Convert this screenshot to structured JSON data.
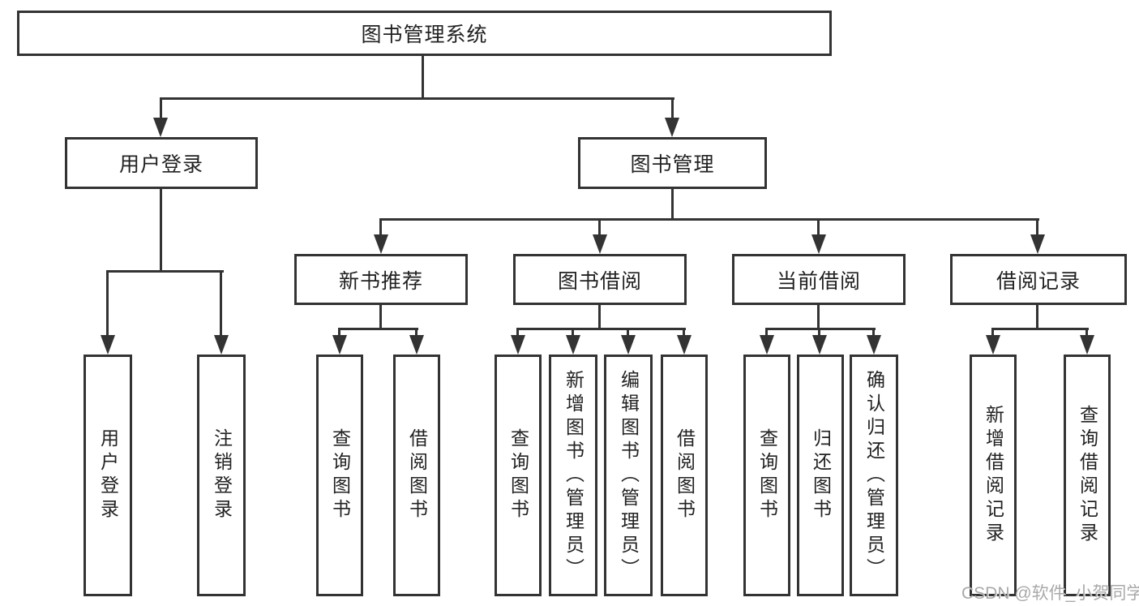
{
  "title": "图书管理系统",
  "tree": {
    "label": "图书管理系统",
    "children": [
      {
        "label": "用户登录",
        "children": [
          {
            "label": "用户登录"
          },
          {
            "label": "注销登录"
          }
        ]
      },
      {
        "label": "图书管理",
        "children": [
          {
            "label": "新书推荐",
            "children": [
              {
                "label": "查询图书"
              },
              {
                "label": "借阅图书"
              }
            ]
          },
          {
            "label": "图书借阅",
            "children": [
              {
                "label": "查询图书"
              },
              {
                "label": "新增图书（管理员）"
              },
              {
                "label": "编辑图书（管理员）"
              },
              {
                "label": "借阅图书"
              }
            ]
          },
          {
            "label": "当前借阅",
            "children": [
              {
                "label": "查询图书"
              },
              {
                "label": "归还图书"
              },
              {
                "label": "确认归还（管理员）"
              }
            ]
          },
          {
            "label": "借阅记录",
            "children": [
              {
                "label": "新增借阅记录"
              },
              {
                "label": "查询借阅记录"
              }
            ]
          }
        ]
      }
    ]
  },
  "watermark": "CSDN @软件_小贺同学",
  "colors": {
    "line": "#333333",
    "text": "#222222",
    "background": "#ffffff",
    "watermark": "#a9a9a9"
  }
}
